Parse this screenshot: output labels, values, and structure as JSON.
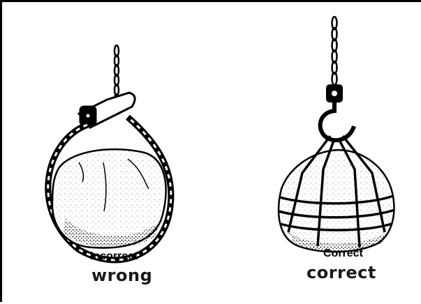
{
  "figure": {
    "left_panel": {
      "caption_bold": "Incorrect",
      "caption_hand": "wrong"
    },
    "right_panel": {
      "caption_bold": "Correct",
      "caption_hand": "correct"
    }
  }
}
